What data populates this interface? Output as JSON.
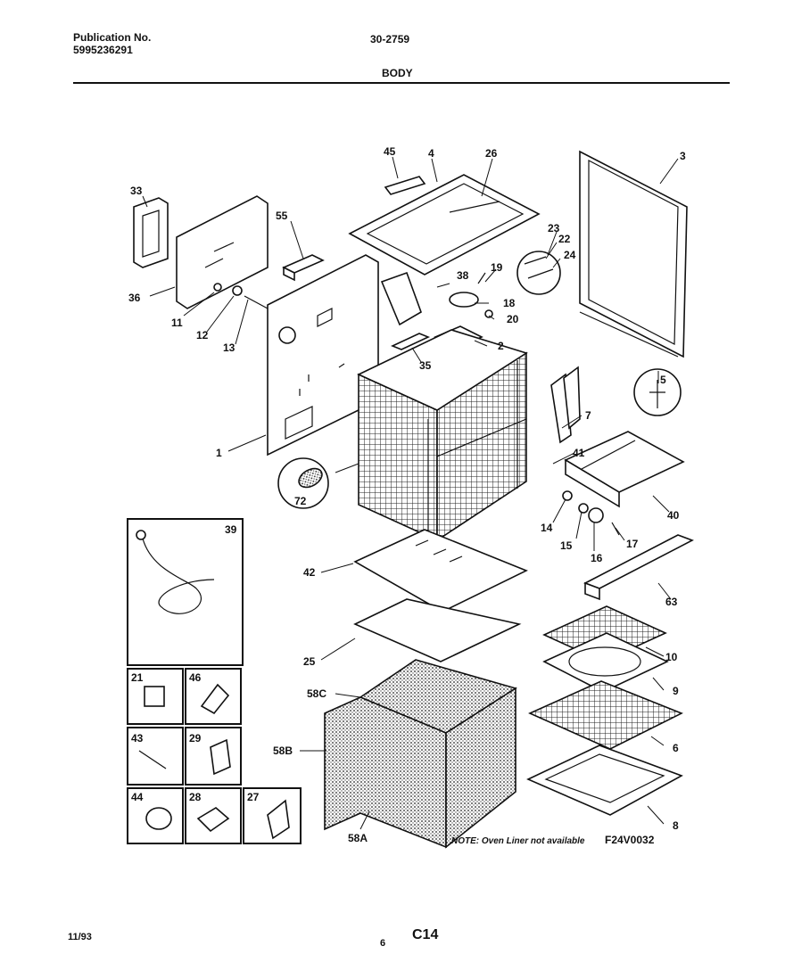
{
  "header": {
    "pub_label": "Publication No.",
    "pub_number": "5995236291",
    "model": "30-2759",
    "section": "BODY"
  },
  "callouts": {
    "c45": "45",
    "c4": "4",
    "c26": "26",
    "c3": "3",
    "c33": "33",
    "c55": "55",
    "c23": "23",
    "c22": "22",
    "c24": "24",
    "c19": "19",
    "c36": "36",
    "c38": "38",
    "c18": "18",
    "c20": "20",
    "c11": "11",
    "c12": "12",
    "c13": "13",
    "c2": "2",
    "c35": "35",
    "c5": "5",
    "c7": "7",
    "c1": "1",
    "c41": "41",
    "c72": "72",
    "c40": "40",
    "c14": "14",
    "c15": "15",
    "c16": "16",
    "c17": "17",
    "c39": "39",
    "c42": "42",
    "c63": "63",
    "c25": "25",
    "c10": "10",
    "c58C": "58C",
    "c9": "9",
    "c58B": "58B",
    "c6": "6",
    "c8": "8",
    "c58A": "58A",
    "k21": "21",
    "k46": "46",
    "k43": "43",
    "k29": "29",
    "k44": "44",
    "k28": "28",
    "k27": "27"
  },
  "note": "NOTE: Oven Liner not available",
  "figure_code": "F24V0032",
  "footer": {
    "date": "11/93",
    "page": "6",
    "section_code": "C14"
  }
}
